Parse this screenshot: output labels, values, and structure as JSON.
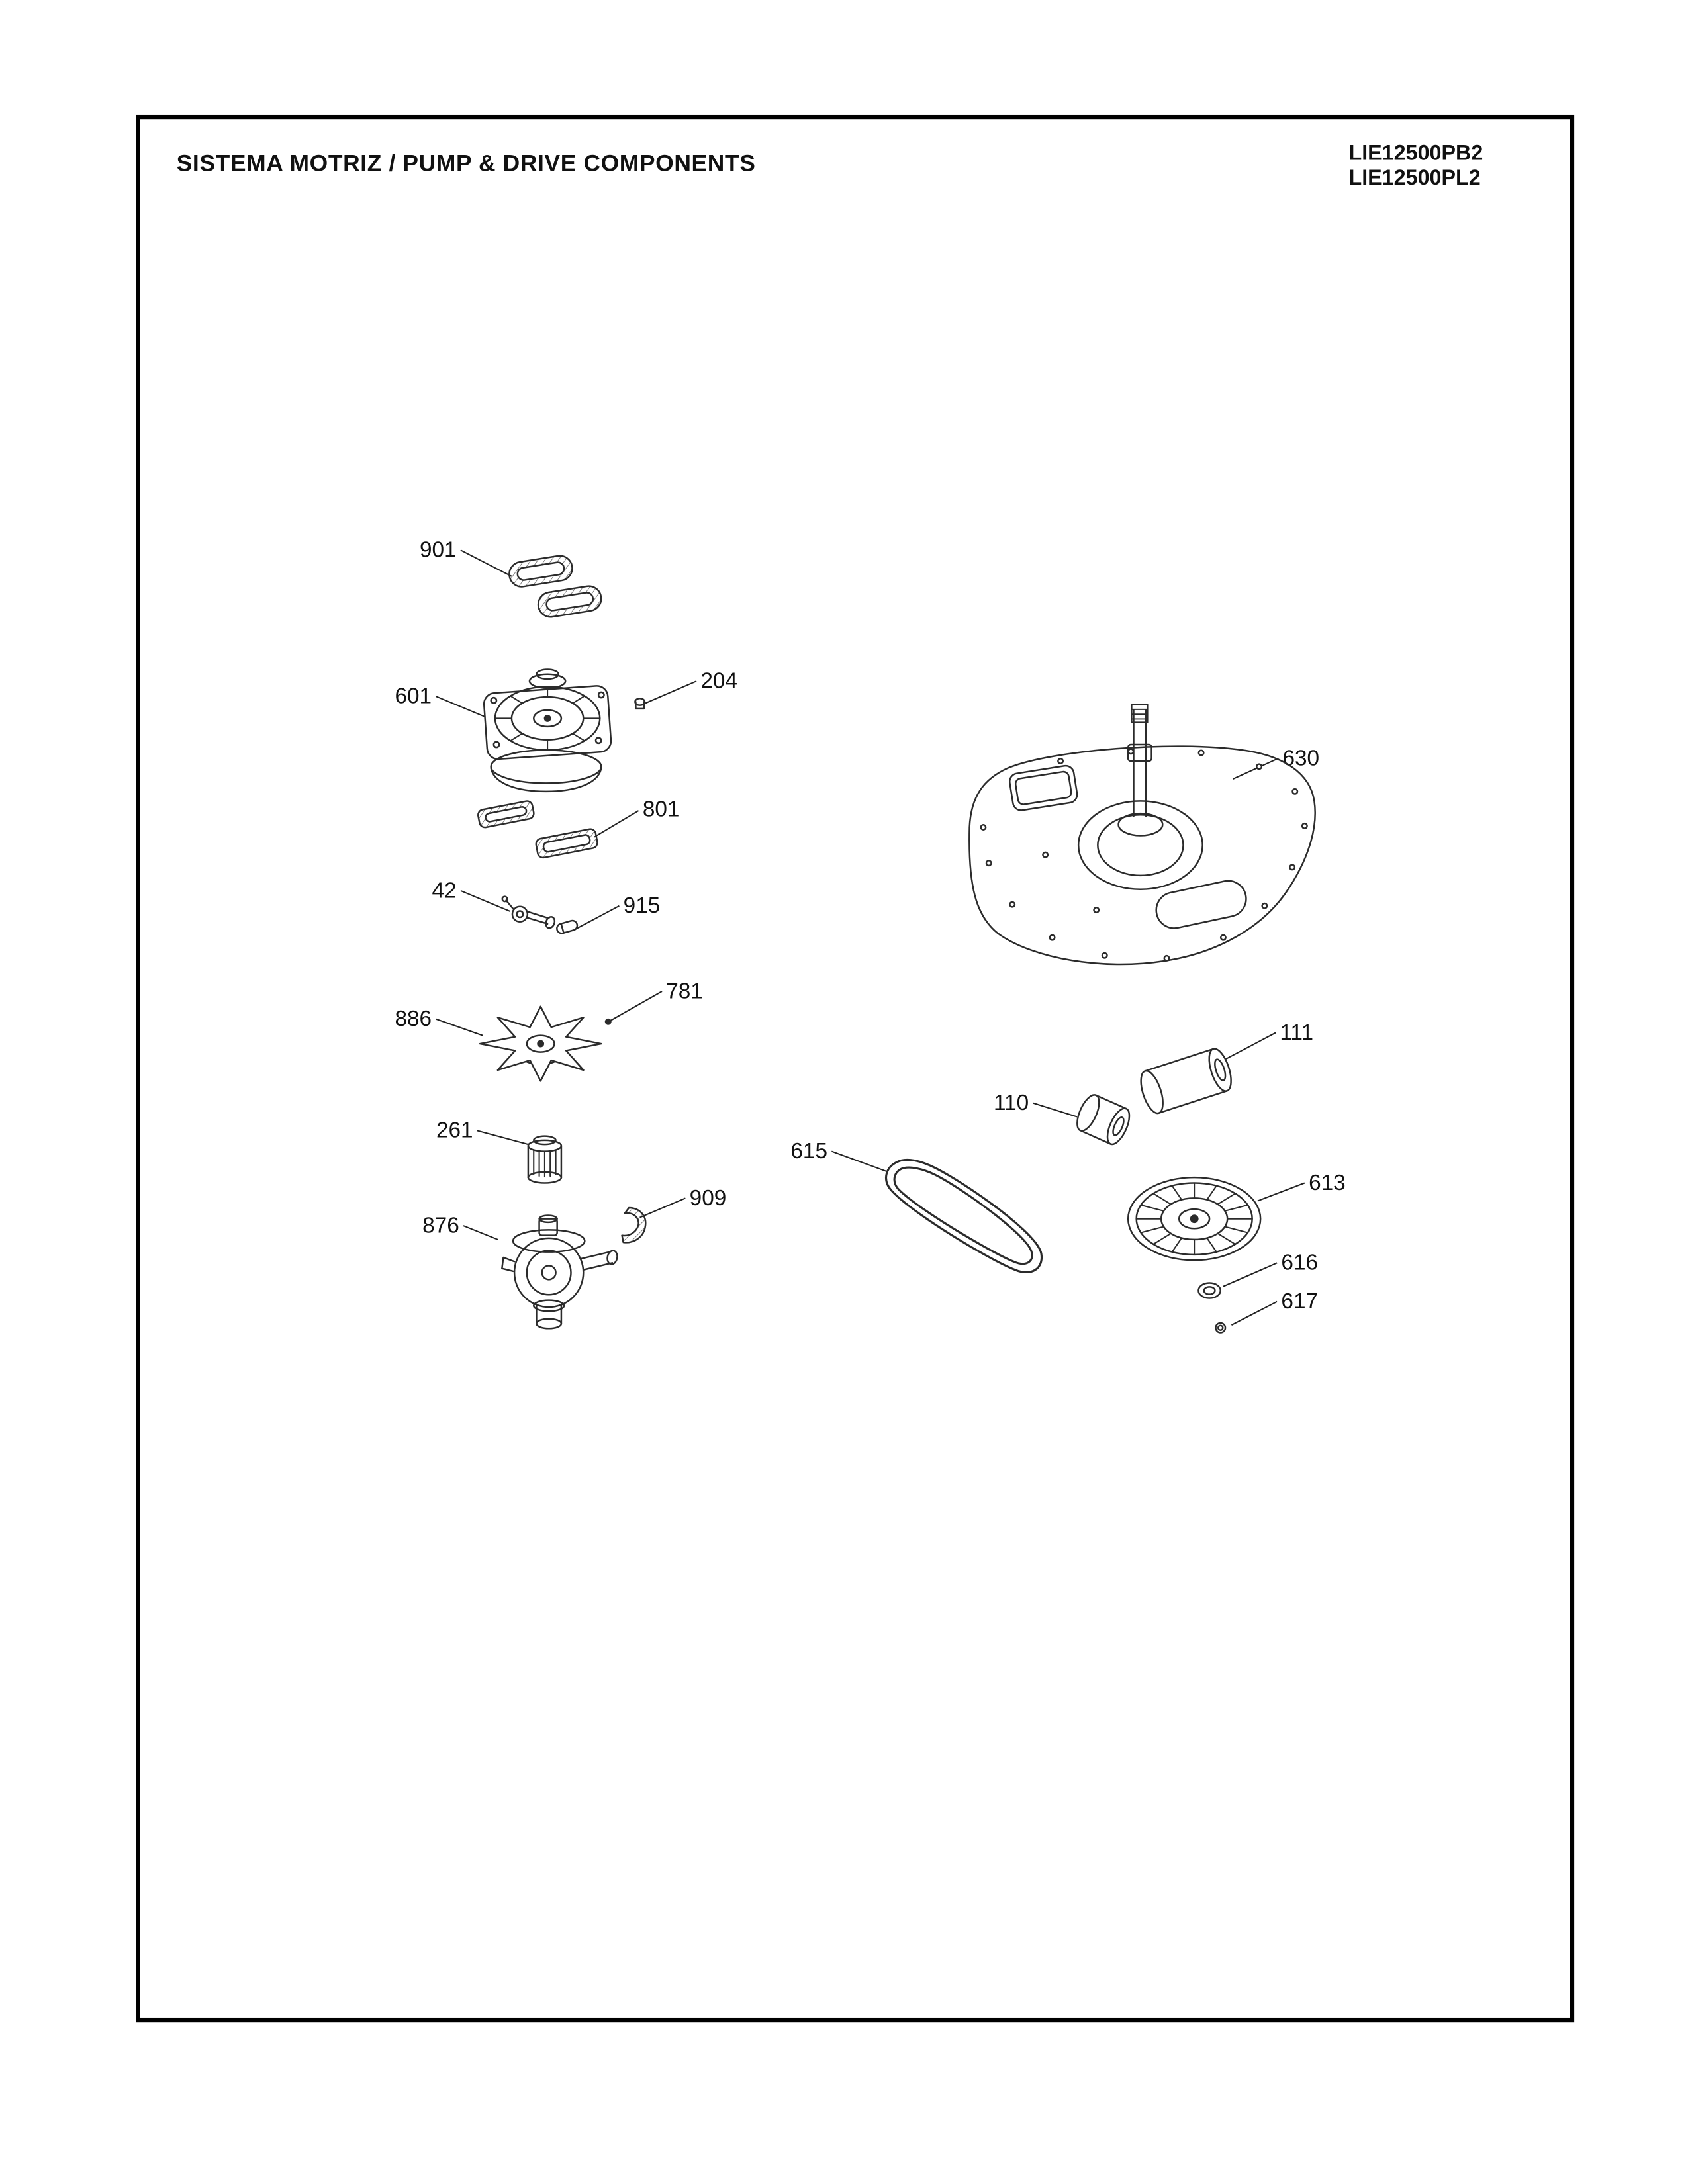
{
  "page": {
    "title": "SISTEMA MOTRIZ / PUMP  &  DRIVE COMPONENTS",
    "models": [
      "LIE12500PB2",
      "LIE12500PL2"
    ]
  },
  "callouts": [
    {
      "label": "901"
    },
    {
      "label": "601"
    },
    {
      "label": "204"
    },
    {
      "label": "801"
    },
    {
      "label": "42"
    },
    {
      "label": "915"
    },
    {
      "label": "886"
    },
    {
      "label": "781"
    },
    {
      "label": "261"
    },
    {
      "label": "909"
    },
    {
      "label": "876"
    },
    {
      "label": "615"
    },
    {
      "label": "110"
    },
    {
      "label": "111"
    },
    {
      "label": "630"
    },
    {
      "label": "613"
    },
    {
      "label": "616"
    },
    {
      "label": "617"
    }
  ]
}
